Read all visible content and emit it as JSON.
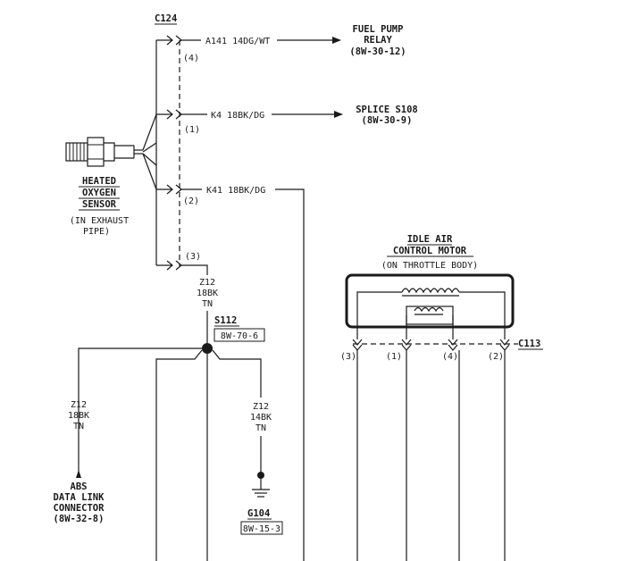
{
  "connectors": {
    "c124": "C124",
    "c124_pins": [
      "(4)",
      "(1)",
      "(2)",
      "(3)"
    ],
    "c113": "C113",
    "c113_pins": [
      "(3)",
      "(1)",
      "(4)",
      "(2)"
    ]
  },
  "wires": {
    "a141": "A141 14DG/WT",
    "k4": "K4 18BK/DG",
    "k41": "K41 18BK/DG",
    "z12_top": [
      "Z12",
      "18BK",
      "TN"
    ],
    "z12_left": [
      "Z12",
      "18BK",
      "TN"
    ],
    "z12_right": [
      "Z12",
      "14BK",
      "TN"
    ]
  },
  "destinations": {
    "fuel_pump_relay": [
      "FUEL PUMP",
      "RELAY",
      "(8W-30-12)"
    ],
    "splice_s108": [
      "SPLICE S108",
      "(8W-30-9)"
    ],
    "abs": [
      "ABS",
      "DATA LINK",
      "CONNECTOR",
      "(8W-32-8)"
    ]
  },
  "sensor": {
    "name": [
      "HEATED",
      "OXYGEN",
      "SENSOR"
    ],
    "location": [
      "(IN EXHAUST",
      "PIPE)"
    ]
  },
  "iac": {
    "title": [
      "IDLE AIR",
      "CONTROL MOTOR"
    ],
    "location": "(ON THROTTLE BODY)"
  },
  "splice": {
    "id": "S112",
    "ref": "8W-70-6"
  },
  "ground": {
    "id": "G104",
    "ref": "8W-15-3"
  }
}
